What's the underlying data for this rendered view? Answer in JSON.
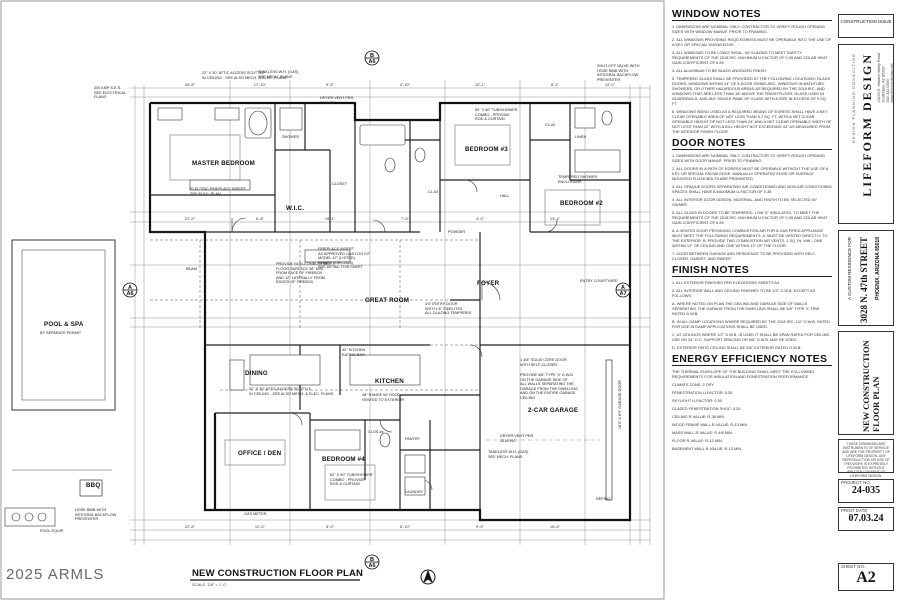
{
  "plan": {
    "rooms": {
      "master_bedroom": "MASTER BEDROOM",
      "wic": "W.I.C.",
      "bedroom3": "BEDROOM #3",
      "bedroom2": "BEDROOM #2",
      "great_room": "GREAT ROOM",
      "foyer": "FOYER",
      "dining": "DINING",
      "kitchen": "KITCHEN",
      "office": "OFFICE / DEN",
      "bedroom4": "BEDROOM #4",
      "garage": "2-CAR GARAGE",
      "pool": "POOL & SPA",
      "pool_sub": "BY SEPARATE PERMIT",
      "bbq": "BBQ",
      "closet": "CLOSET",
      "powder": "POWDER",
      "pantry": "PANTRY",
      "laundry": "LAUNDRY",
      "entry_courtyard": "ENTRY COURTYARD",
      "shower": "SHOWER",
      "cl3": "CL.#3",
      "cl2": "CL.#2",
      "clos4": "CLOS.#4",
      "linen": "LINEN",
      "hall": "HALL",
      "pool_equip": "POOL EQUIP."
    },
    "notes": {
      "attic_scuttle_top": "22\" X 30\" ATTIC ACCESS SCUTTLE\nIN CEILING - SEE ALSO MECH. & ELEC. PLANS",
      "tankless_top": "TANKLESS W.H. (GAS)\nSEE MECH. PLANS",
      "dryer_vent": "DRYER VENT PER\n2018 IRC",
      "shutoff_valve": "SHUT-OFF VALVE WITH\nHOSE BIBB WITH\nINTEGRAL BACKFLOW\nPREVENTER",
      "tub_shower": "60\" X 60\" TUB/SHOWER\nCOMBO - PROVIDE\nROD & CURTAIN",
      "tempered_shower": "TEMPERED SHOWER\nENCLOSURE",
      "electric_fireplace": "ELECTRIC FIREPLACE INSERT\nSEE ELEC. PLAN",
      "amp_panel": "200 AMP S.E.S.\nSEE ELECTRICAL\nPLANS",
      "fireplace_insert": "FIREPLACE INSERT\nAS APPROVED GAS LOG KIT\nMODEL 42\" (LISTED)\nSERIES (ESR-2316)\nSEE DETAIL THIS SHEET",
      "great_room_door": "4'0\" ENTRY DOOR\nWITH 1'6\" SIDELITES\nALL GLAZING TEMPERED",
      "combustible_floor": "PROVIDE NON-COMBUSTIBLE\nFLOOR SURFACE 36\" MIN.\nFROM FACE OF FIREBOX\nAND 12\" LATERALLY FROM\nEDGES OF FIREBOX",
      "kitchen_bar": "42\" KITCHEN\nEATING BAR",
      "range_hood": "48\" RANGE W/ HOOD\nVENTED TO EXTERIOR",
      "fire_door": "1 3/8\" SOLID CORE DOOR\nWITH SELF-CLOSER",
      "garage_gwb": "PROVIDE 5/8\" TYPE 'X' G.W.B.\nON THE GARAGE SIDE OF\nALL WALLS SEPARATING THE\nGARAGE FROM THE DWELLING\nAND ON THE ENTIRE GARAGE\nCEILING",
      "attic_scuttle_mid": "22\" X 30\" ATTIC ACCESS SCUTTLE\nIN CEILING - SEE ALSO MECH. & ELEC. PLANS",
      "tankless_bottom": "TANKLESS W.H. (GAS)\nSEE MECH. PLANS",
      "dryer_vent2": "DRYER VENT PER\n2018 IRC",
      "gas_meter": "GAS METER",
      "hose_bibb": "HOSE BIBB WITH\nINTEGRAL BACKFLOW\nPREVENTER",
      "tub_shower_b4": "60\" X 60\" TUB/SHOWER\nCOMBO - PROVIDE\nROD & CURTAIN",
      "beam": "BEAM",
      "garage_door": "16'0\" X 8'0\" GARAGE DOOR",
      "refrig": "REFRIG."
    },
    "section_markers": [
      {
        "letter": "B",
        "sheet": "A6"
      },
      {
        "letter": "A",
        "sheet": "A6"
      },
      {
        "letter": "A",
        "sheet": "A7"
      },
      {
        "letter": "B",
        "sheet": "A6"
      }
    ],
    "dimensions": [
      "26'-8\"",
      "17'-10\"",
      "9'-5\"",
      "4'-10\"",
      "10'-1\"",
      "8'-2\"",
      "12'-0\"",
      "21'-2\"",
      "6'-8\"",
      "15'-1\"",
      "7'-6\"",
      "4'-0\"",
      "13'-4\"",
      "22'-8\"",
      "12'-5\"",
      "5'-0\"",
      "6'-10\"",
      "9'-0\"",
      "16'-6\""
    ],
    "title": "NEW CONSTRUCTION FLOOR PLAN",
    "scale": "SCALE: 1/8\" = 1'-0\"",
    "watermark": "2025 ARMLS"
  },
  "notes_panel": [
    {
      "title": "WINDOW NOTES",
      "paragraphs": [
        "1. DIMENSIONS ARE NOMINAL ONLY. CONTRACTOR TO VERIFY ROUGH OPENING SIZES WITH WINDOW MANUF. PRIOR TO FRAMING.",
        "2. ALL WINDOWS PROVIDING REQD EGRESS MUST BE OPERABLE INTO THE USE OF A KEY OR SPECIAL KNOWLEDGE.",
        "3. ALL WINDOWS TO BE LOW-E INSUL. W/ GLAZING TO MEET SAFETY REQUIREMENTS OF THE 2018 IRC. MAXIMUM U-FACTOR OF 0.35 AND SOLAR HEAT GAIN COEFFICIENT OF 0.25.",
        "4. ALL ALUMINUM TO BE BLACK ANODIZED FINISH.",
        "5. TEMPERED GLASS SHALL BE PROVIDED AT THE FOLLOWING LOCATIONS: GLASS DOORS, WINDOWS WITHIN 24\" OF A DOOR SWING ARC, WINDOWS IN BATHTUBS, SHOWERS, OR OTHER HAZARDOUS AREAS AS REQUIRED BY THE 2018 IRC, AND WINDOWS THAT ARE LESS THAN 18\" ABOVE THE FINISH FLOOR, GLASS USED IN GUARDRAILS, AND ANY SINGLE PANE OF GLASS WITH A SIZE IN EXCESS OF 9 SQ. FT.",
        "6. WINDOWS BEING USED AS A REQUIRED MEANS OF EGRESS SHALL HAVE A NET CLEAR OPENABLE AREA OF NOT LESS THAN 5.7 SQ. FT. WITH A NET CLEAR OPENABLE HEIGHT OF NOT LESS THAN 24\" AND A NET CLEAR OPENABLE WIDTH OF NOT LESS THAN 20\" WITH A SILL HEIGHT NOT EXCEEDING 44\" AS MEASURED FROM THE INTERIOR FINISH FLOOR."
      ]
    },
    {
      "title": "DOOR NOTES",
      "paragraphs": [
        "1. DIMENSIONS ARE NOMINAL ONLY. CONTRACTOR TO VERIFY ROUGH OPENING SIZES WITH DOOR MANUF. PRIOR TO FRAMING.",
        "2. ALL DOORS IN A PATH OF EGRESS MUST BE OPERABLE WITHOUT THE USE OF A KEY OR SPECIAL KNOWLEDGE. MANUALLY OPERATED EDGE OR SURFACE MOUNTED FLUSH BOLTS ARE PROHIBITED.",
        "3. ALL OPAQUE DOORS SEPARATING AIR CONDITIONED AND NON-AIR CONDITIONED SPACES SHALL HAVE A MAXIMUM U-FACTOR OF 0.35.",
        "4. ALL INTERIOR DOOR DESIGN, MATERIAL, AND FINISH TO BE SELECTED BY OWNER.",
        "5. ALL GLASS IN DOORS TO BE TEMPERED, LOW 'E' INSULATED, TO MEET THE REQUIREMENTS OF THE 2018 IRC. MAXIMUM U-FACTOR OF 0.35 AND SOLAR HEAT GAIN COEFFICIENT OF 0.25.",
        "6. A VENTED DOOR PROVIDING COMBUSTION AIR FOR A GAS FIRED APPLIANCE MUST MEET THE FOLLOWING REQUIREMENTS: A. MUST BE VENTED DIRECTLY TO THE EXTERIOR. B. PROVIDE TWO COMBUSTION AIR VENTS, 1 SQ. IN. MIN.; ONE WITHIN 12\" OF CEILING AND ONE WITHIN 12\" OF THE FLOOR.",
        "7. DOOR BETWEEN GARAGE AND RESIDENCE TO BE PROVIDED WITH SELF-CLOSER, GASKET, AND SWEEP."
      ]
    },
    {
      "title": "FINISH NOTES",
      "paragraphs": [
        "1. ALL EXTERIOR FINISHES PER ELEVATIONS SHEETS A4.",
        "2. ALL INTERIOR WALL AND CEILING FINISHES TO BE 1/2\" G.W.B. EXCEPT AS FOLLOWS:",
        "A. WHERE NOTED ON PLAN THE CEILING AND GARAGE SIDE OF WALLS SEPARATING THE GARAGE FROM THE DWELLING SHALL BE 5/8\" TYPE 'X' FIRE RATED G.W.B.",
        "B. IN ALL DAMP LOCATIONS WHERE REQUIRED BY THE 2018 IRC, 1/2\" G.W.B. RATED FOR USE IN DAMP APPLICATIONS SHALL BE USED.",
        "C. AT CEILINGS WHERE 1/2\" G.W.B. IS USED IT SHALL BE SPAN RATED FOR CEILING USE ON 24\" O.C. SUPPORT SPACING OR 5/8\" G.W.B. MAY BE USED.",
        "D. EXTERIOR PATIO CEILING SHALL BE 5/8\" EXTERIOR RATED G.W.B."
      ]
    },
    {
      "title": "ENERGY EFFICIENCY NOTES",
      "paragraphs": [
        "THE THERMAL ENVELOPE OF THE BUILDING SHALL MEET THE FOLLOWING REQUIREMENTS FOR INSULATION AND FENESTRATION PERFORMANCE.",
        "CLIMATE ZONE: 2 DRY",
        "FENESTRATION U-FACTOR: 0.35",
        "SKYLIGHT U-FACTOR: 0.55",
        "GLAZED FENESTRATION SHGC: 0.25",
        "CEILING R-VALUE: R-38 MIN.",
        "WOOD FRAME WALL R-VALUE: R-13 MIN.",
        "MASS WALL R-VALUE: R-4/6 MIN.",
        "FLOOR R-VALUE: R-13 MIN.",
        "BASEMENT WALL R-VALUE: R-13 MIN."
      ]
    }
  ],
  "title_block": {
    "construction_label": "CONSTRUCTION ISSUE",
    "firm_name": "LIFEFORM DESIGN",
    "firm_tagline": "DESIGN   PLANNING   CONSULTING",
    "firm_address": "10220 E. Hidden Valley Road\nScottsdale, AZ 85262\n602.332.5350\nwww.lifeformdesign.net",
    "project_label": "A CUSTOM RESIDENCE FOR",
    "project_address": "3028 N. 47th STREET",
    "project_city": "PHOENIX, ARIZONA 85018",
    "sheet_title": "NEW CONSTRUCTION FLOOR PLAN",
    "copyright": "THESE DRAWINGS ARE INSTRUMENTS OF SERVICE AND ARE THE PROPERTY OF LIFEFORM DESIGN. ANY REPRODUCTION OR USE OF THIS WORK IS EXPRESSLY PROHIBITED WITHOUT WRITTEN CONSENT OF LIFEFORM DESIGN.",
    "project_no_label": "PROJECT NO.",
    "project_no": "24-035",
    "date_label": "PRINT DATE",
    "date": "07.03.24",
    "sheet_label": "SHEET NO.",
    "sheet": "A2"
  }
}
